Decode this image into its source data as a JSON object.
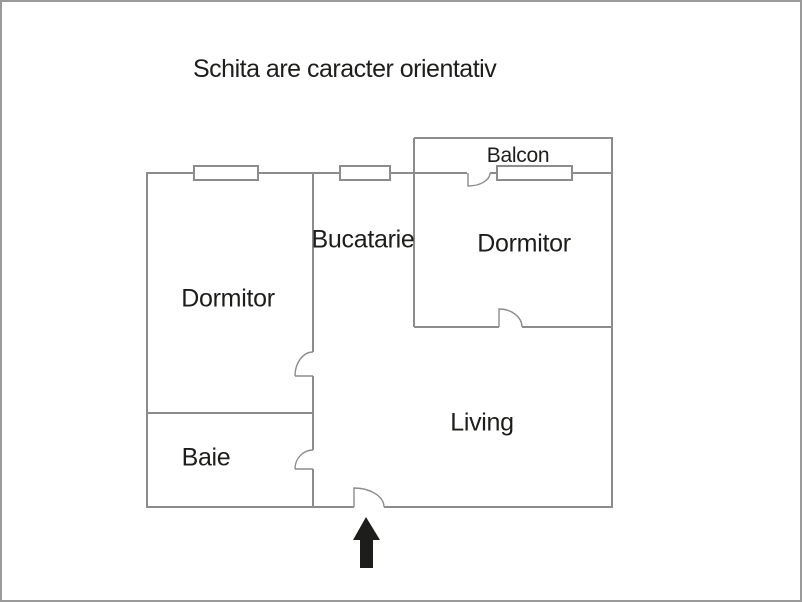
{
  "title": "Schita are caracter orientativ",
  "rooms": {
    "balcon": {
      "label": "Balcon"
    },
    "bucatarie": {
      "label": "Bucatarie"
    },
    "dormitor_mare": {
      "label": "Dormitor"
    },
    "dormitor_mic": {
      "label": "Dormitor"
    },
    "living": {
      "label": "Living"
    },
    "baie": {
      "label": "Baie"
    }
  },
  "icons": {
    "entrance_arrow": "up-arrow-entrance-indicator"
  },
  "colors": {
    "wall": "#8c8c8c",
    "page_border": "#9a9a9a",
    "text": "#1d1d1b",
    "arrow": "#1d1d1b",
    "background": "#ffffff"
  }
}
